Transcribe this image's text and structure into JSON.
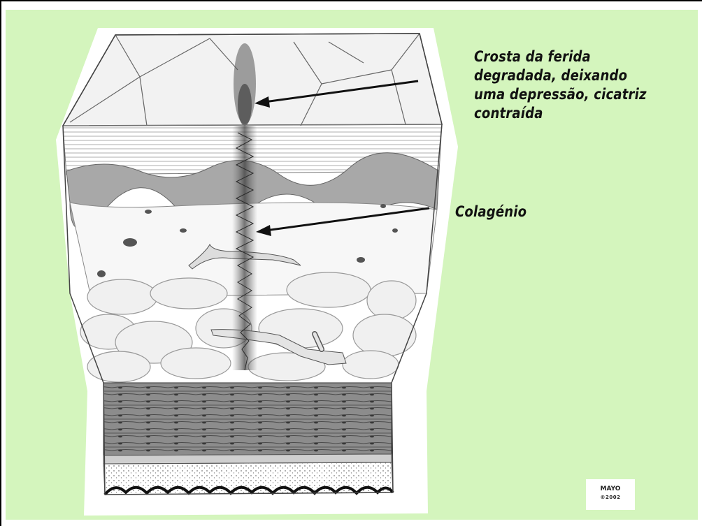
{
  "labels": {
    "crosta_lines": [
      "Crosta da ferida",
      "degradada, deixando",
      "uma depressão, cicatriz",
      "contraída"
    ],
    "colageno": "Colagénio"
  },
  "logo": {
    "name": "MAYO",
    "copyright": "©2002"
  },
  "colors": {
    "background": "#d4f5bd",
    "epidermis": "#e8e8e8",
    "arrow": "#111111"
  }
}
